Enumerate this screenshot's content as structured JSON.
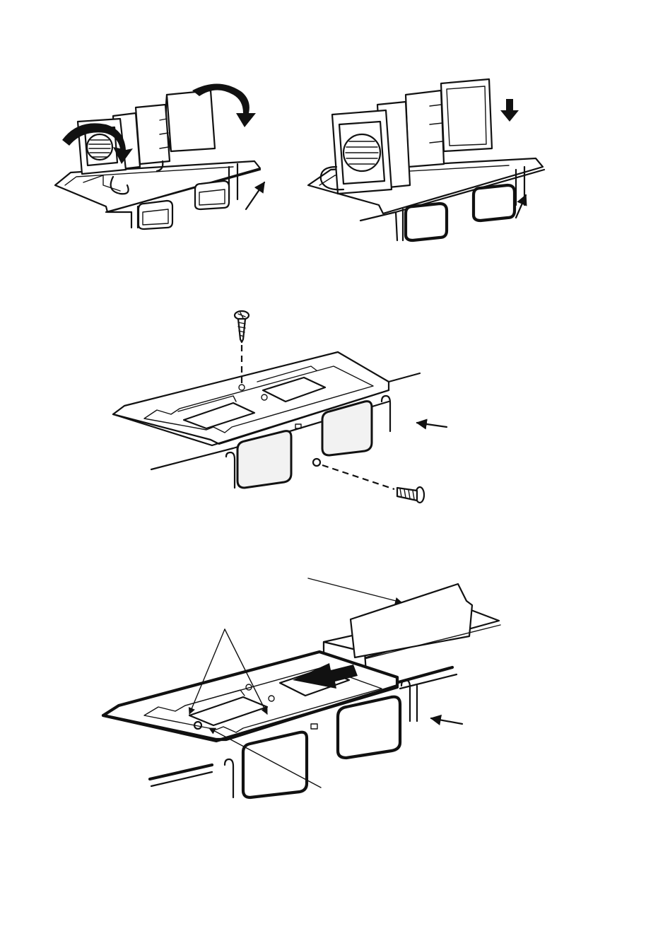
{
  "figures": [
    {
      "name": "step-remove-fan-motor"
    },
    {
      "name": "step-remove-plate-screws"
    },
    {
      "name": "step-slide-out-plate"
    }
  ],
  "colors": {
    "line": "#111111",
    "background": "#ffffff",
    "window-fill": "#f2f2f2"
  }
}
